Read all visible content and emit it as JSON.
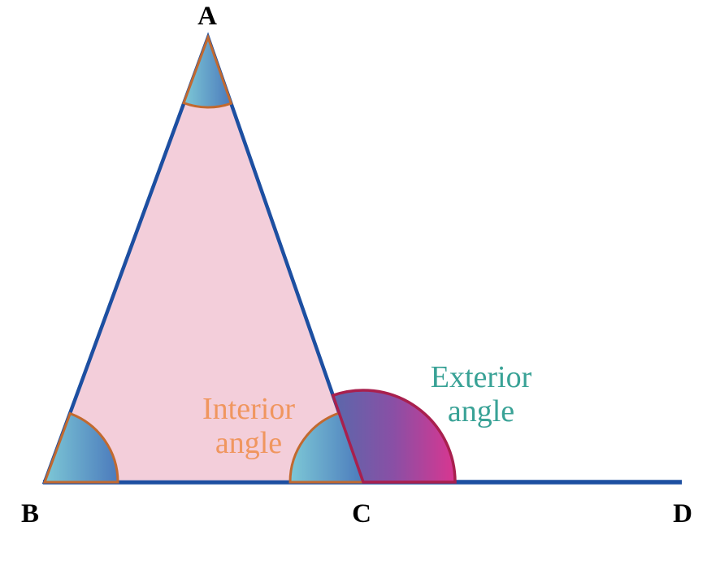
{
  "diagram": {
    "kind": "triangle-exterior-angle",
    "vertex_labels": {
      "a": "A",
      "b": "B",
      "c": "C",
      "d": "D"
    },
    "captions": {
      "interior": {
        "line1": "Interior",
        "line2": "angle"
      },
      "exterior": {
        "line1": "Exterior",
        "line2": "angle"
      }
    },
    "colors": {
      "background": "#ffffff",
      "line_blue": "#1d4fa1",
      "triangle_fill": "#f3ceda",
      "arc_stroke_orange": "#c2692f",
      "arc_stroke_crimson": "#a8204e",
      "wedge_blue_start": "#7dc8d6",
      "wedge_blue_end": "#4b7abc",
      "exterior_wedge_start": "#5a68ab",
      "exterior_wedge_mid": "#8a4fa5",
      "exterior_wedge_end": "#d93690",
      "interior_caption_text": "#f0965f",
      "exterior_caption_text": "#39a296",
      "vertex_label_text": "#000000"
    }
  }
}
